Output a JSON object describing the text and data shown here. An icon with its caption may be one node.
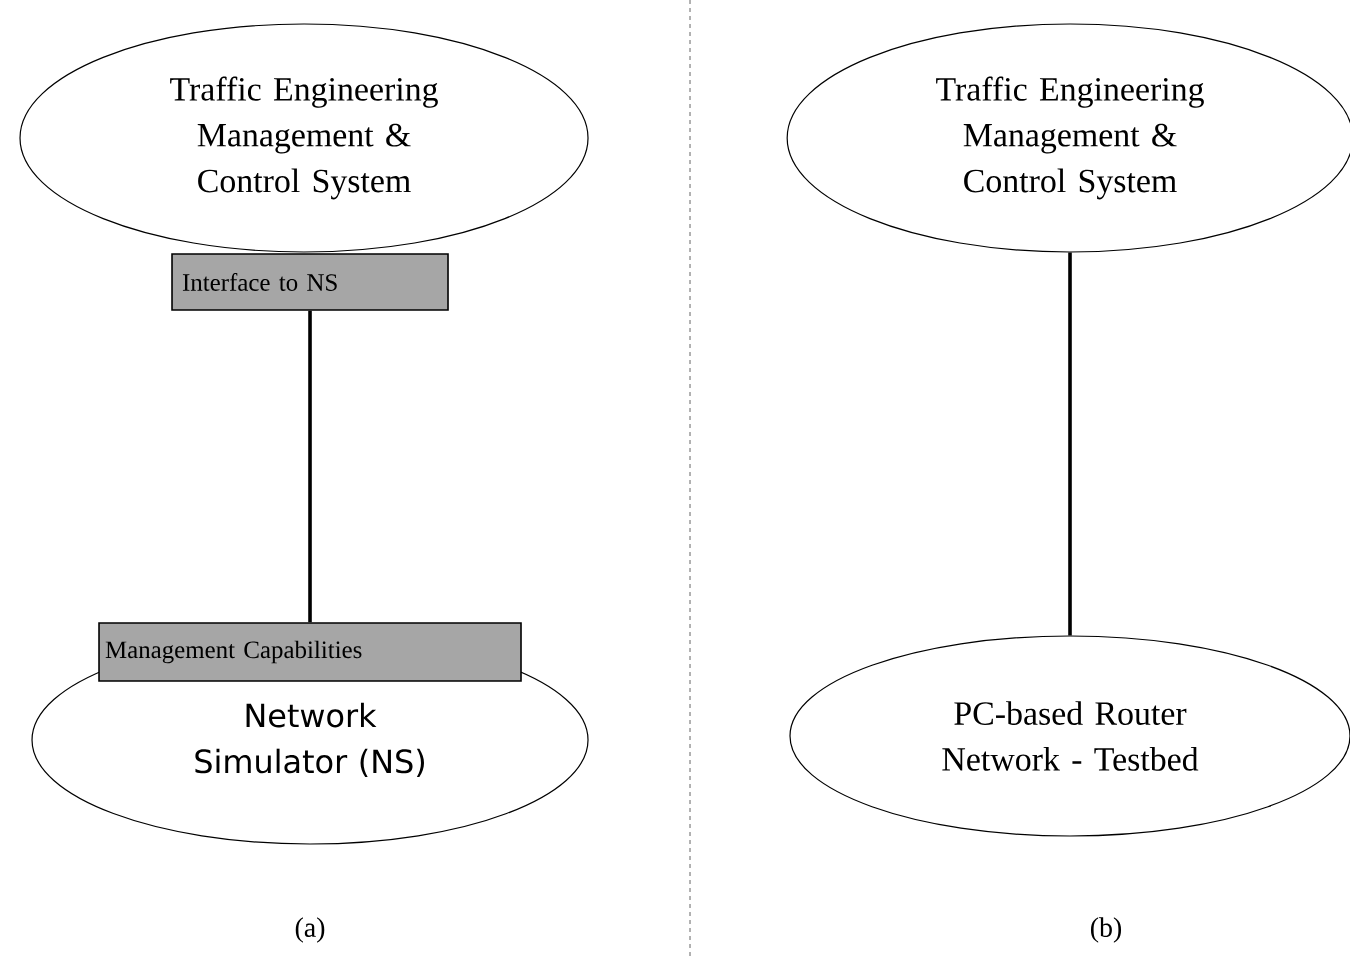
{
  "diagram": {
    "nodes": [
      {
        "text": [
          "Traffic Engineering Management & Control System"
        ]
      },
      {
        "text": [
          "Interface to NS"
        ]
      },
      {
        "text": [
          "Management Capabilities"
        ]
      },
      {
        "text": [
          "Network Simulator (NS)"
        ]
      },
      {
        "text": [
          "Traffic Engineering Management & Control System"
        ]
      },
      {
        "text": [
          "PC-based Router Network - Testbed"
        ]
      }
    ],
    "edges": [
      {
        "from": 1,
        "to": 2,
        "arrow": "none"
      },
      {
        "from": 4,
        "to": 5,
        "arrow": "none"
      }
    ],
    "labels": [
      "(a)",
      "(b)"
    ]
  }
}
